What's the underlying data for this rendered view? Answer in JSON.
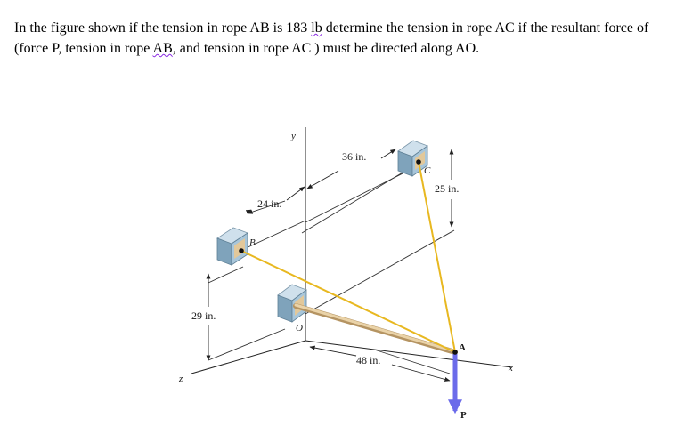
{
  "problem": {
    "text_before": "In the figure shown if the tension in rope AB is 183 ",
    "unit_lb": "lb",
    "text_middle": " determine the tension in rope AC if the resultant force of (force P, tension in rope ",
    "rope_ab": "AB",
    "text_end": ", and tension in rope AC ) must be directed along AO."
  },
  "figure": {
    "labels": {
      "y_axis": "y",
      "x_axis": "x",
      "z_axis": "z",
      "point_b": "B",
      "point_c": "C",
      "point_o": "O",
      "point_a": "A",
      "force_p": "P"
    },
    "dimensions": {
      "d24": "24 in.",
      "d36": "36 in.",
      "d25": "25 in.",
      "d29": "29 in.",
      "d48": "48 in."
    },
    "colors": {
      "rope": "#e8b820",
      "strut": "#d7b98a",
      "force_arrow": "#6b6bea",
      "bracket_face": "#9fbfd4",
      "bracket_inner": "#e2c89a"
    }
  }
}
